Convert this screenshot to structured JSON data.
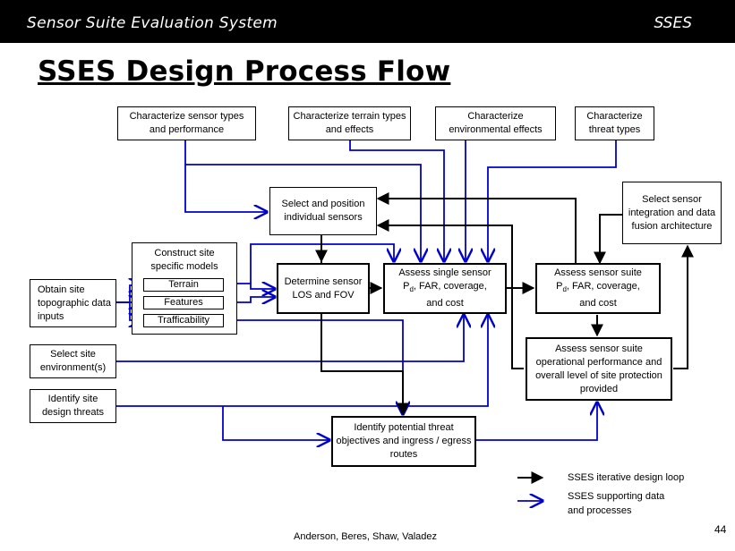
{
  "header": {
    "left": "Sensor Suite Evaluation System",
    "right": "SSES"
  },
  "title": "SSES Design Process Flow",
  "nodes": {
    "char_sensor": "Characterize sensor types and performance",
    "char_terrain": "Characterize terrain types and effects",
    "char_env": "Characterize environmental effects",
    "char_threat": "Characterize threat types",
    "select_sensor_integration": "Select sensor integration and data fusion architecture",
    "select_position": "Select and position individual sensors",
    "construct_models": "Construct site specific models",
    "terrain": "Terrain",
    "features": "Features",
    "trafficability": "Trafficability",
    "obtain_site": "Obtain site topographic data inputs",
    "determine_los": "Determine sensor LOS and FOV",
    "assess_single_line1": "Assess single sensor",
    "assess_single_pd": "P",
    "assess_single_pd_sub": "d",
    "assess_single_line2_rest": ", FAR, coverage,",
    "assess_single_line3": "and cost",
    "assess_suite_line1": "Assess sensor suite",
    "assess_suite_pd": "P",
    "assess_suite_pd_sub": "d",
    "assess_suite_line2_rest": ", FAR, coverage,",
    "assess_suite_line3": "and cost",
    "select_env": "Select site environment(s)",
    "identify_threats": "Identify site design threats",
    "assess_operational": "Assess sensor suite operational performance and overall level of site protection provided",
    "identify_potential": "Identify potential threat objectives and ingress / egress routes"
  },
  "legend": {
    "black_label": "SSES iterative design loop",
    "blue_label_line1": "SSES supporting data",
    "blue_label_line2": "and processes",
    "black_color": "#000000",
    "blue_color": "#0000cc"
  },
  "footer": {
    "authors": "Anderson, Beres, Shaw, Valadez",
    "page": "44"
  }
}
